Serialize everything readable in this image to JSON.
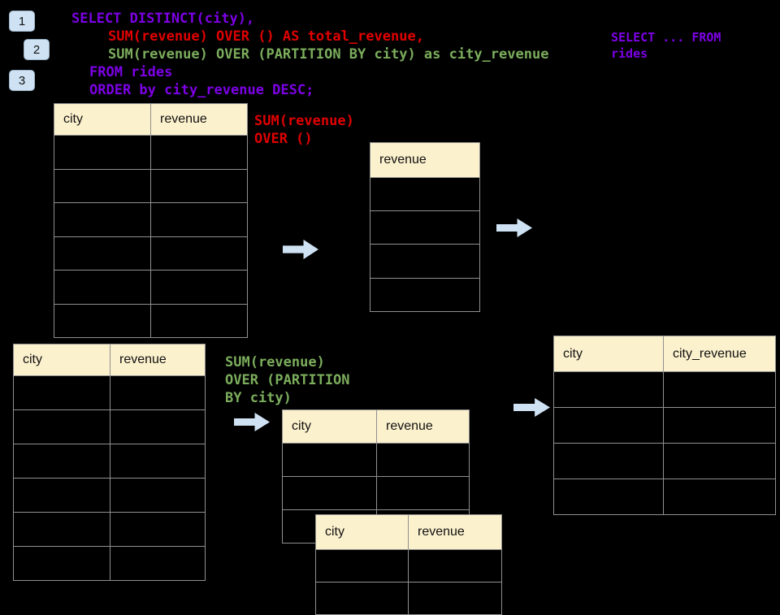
{
  "colors": {
    "background": "#000000",
    "sql_purple": "#7d00e6",
    "sql_red": "#e00000",
    "sql_green": "#7bad5c",
    "badge_bg": "#cfe2f3",
    "table_header_bg": "#fcf1cd",
    "table_border": "#909090",
    "arrow_fill": "#cfe2f3"
  },
  "badges": [
    {
      "label": "1"
    },
    {
      "label": "2"
    },
    {
      "label": "3"
    }
  ],
  "sql_code": {
    "line1": "SELECT DISTINCT(city),",
    "line2": "SUM(revenue) OVER () AS total_revenue,",
    "line3": "SUM(revenue) OVER (PARTITION BY city) as city_revenue",
    "line4": "FROM rides",
    "line5": "ORDER by city_revenue DESC;"
  },
  "annotations": {
    "from_rides_line1": "SELECT ... FROM",
    "from_rides_line2": "rides",
    "total_over_line1": "SUM(revenue)",
    "total_over_line2": "OVER ()",
    "partition_line1": "SUM(revenue)",
    "partition_line2": "OVER (PARTITION",
    "partition_line3": "BY city)"
  },
  "tables": {
    "source_table_top": {
      "headers": [
        "city",
        "revenue"
      ],
      "row_count": 6
    },
    "total_revenue_result": {
      "headers": [
        "revenue"
      ],
      "row_count": 4
    },
    "source_table_bottom": {
      "headers": [
        "city",
        "revenue"
      ],
      "row_count": 6
    },
    "partitioned_table": {
      "headers": [
        "city",
        "revenue"
      ],
      "row_count": 3
    },
    "partitioned_table_overlay": {
      "headers": [
        "city",
        "revenue"
      ],
      "row_count": 2
    },
    "city_revenue_result": {
      "headers": [
        "city",
        "city_revenue"
      ],
      "row_count": 4
    }
  }
}
